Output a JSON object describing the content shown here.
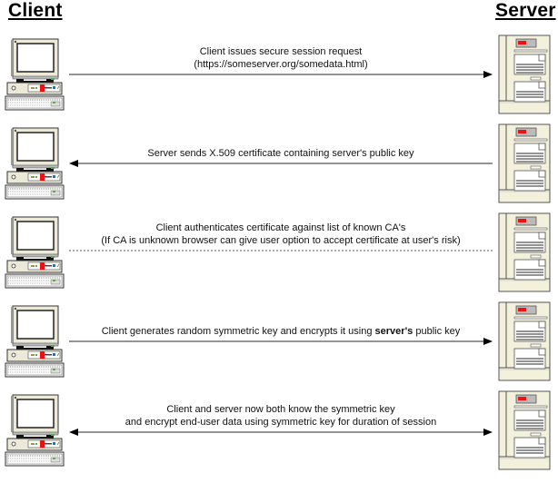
{
  "headers": {
    "client": "Client",
    "server": "Server"
  },
  "colors": {
    "line": "#555555",
    "server_body": "#f3f0dc",
    "monitor_body": "#ece9d8",
    "led_red": "#ee1111"
  },
  "steps": [
    {
      "direction": "to-server",
      "line_style": "solid",
      "lines": [
        "Client issues secure session request",
        "(https://someserver.org/somedata.html)"
      ]
    },
    {
      "direction": "to-client",
      "line_style": "solid",
      "lines": [
        "Server sends X.509 certificate containing server's public key"
      ]
    },
    {
      "direction": "none",
      "line_style": "dotted",
      "lines": [
        "Client authenticates certificate against list of known CA's",
        "(If CA is unknown browser can give user option to accept certificate at user's risk)"
      ]
    },
    {
      "direction": "to-server",
      "line_style": "solid",
      "lines": [
        "Client generates random symmetric key and encrypts it using"
      ],
      "bold": "server's",
      "suffix": " public key"
    },
    {
      "direction": "both",
      "line_style": "solid",
      "lines": [
        "Client and server now both know the symmetric key",
        "and encrypt end-user data using symmetric key for duration of session"
      ]
    }
  ],
  "icons": {
    "client": "desktop-computer-icon",
    "server": "server-tower-icon"
  }
}
